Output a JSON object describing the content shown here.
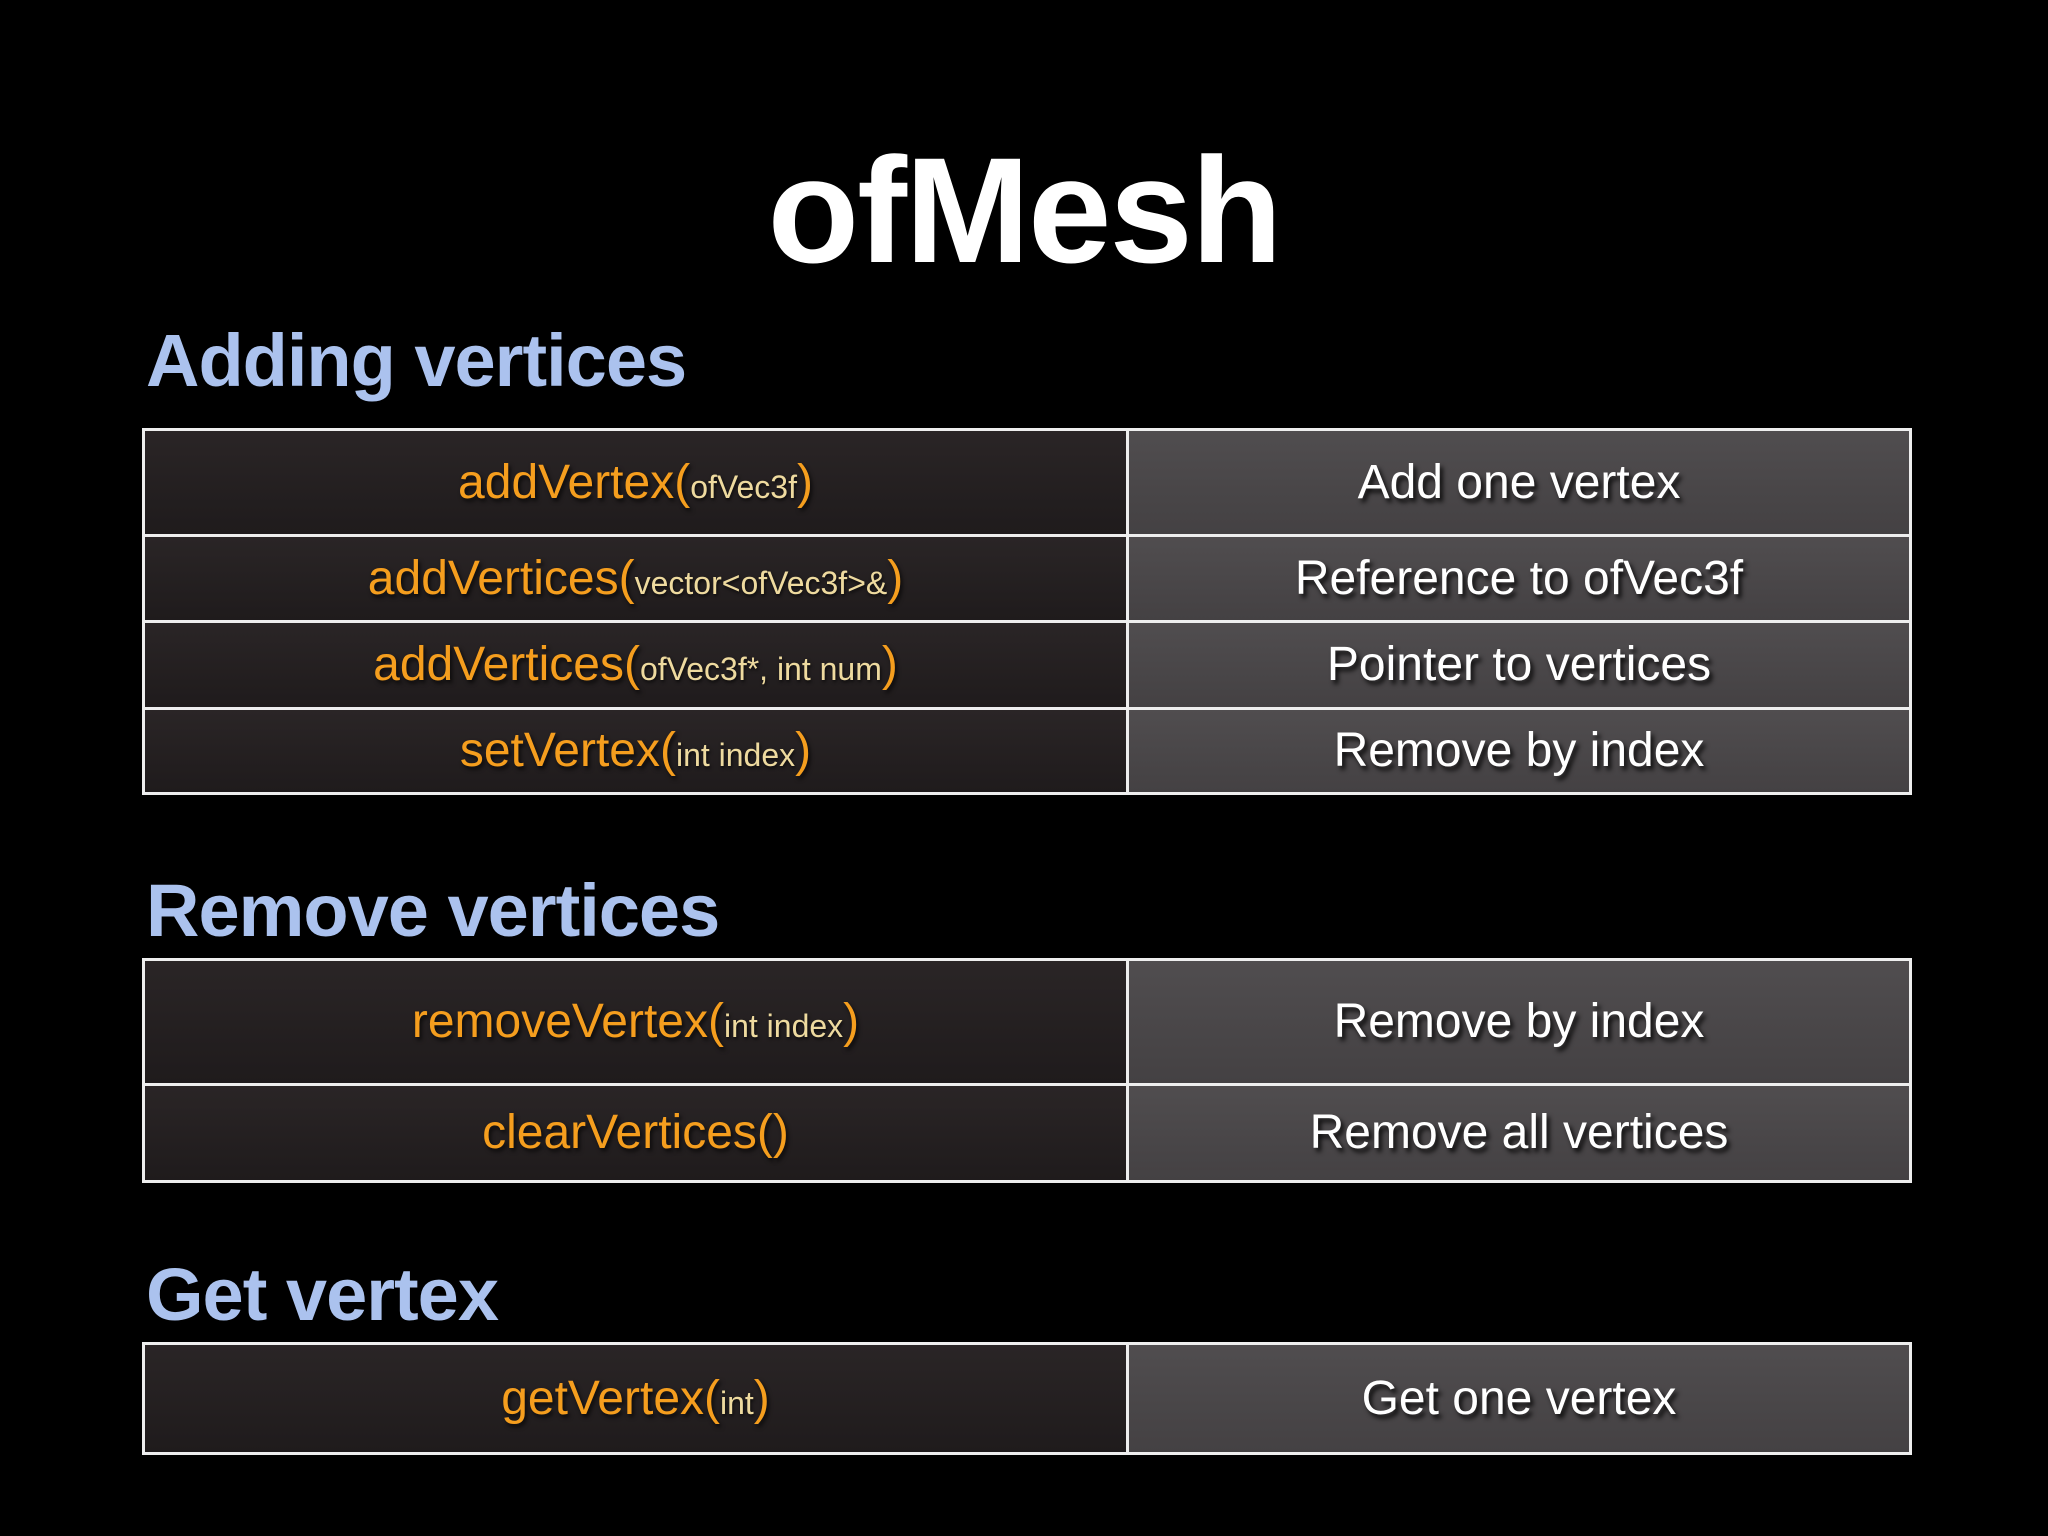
{
  "title": "ofMesh",
  "punct": {
    "open": "(",
    "close": ")"
  },
  "colors": {
    "background": "#000000",
    "heading_blue": "#abc2ee",
    "function_orange": "#f59e1e",
    "argument_cream": "#eeda9f",
    "left_cell_bg": "#242021",
    "right_cell_bg": "#4a474a",
    "table_border": "#eeeeee",
    "description_text": "#ffffff"
  },
  "sections": [
    {
      "heading": "Adding vertices",
      "rows": [
        {
          "fn": "addVertex",
          "args": "ofVec3f",
          "desc": "Add one vertex"
        },
        {
          "fn": "addVertices",
          "args": "vector<ofVec3f>&",
          "desc": "Reference to ofVec3f"
        },
        {
          "fn": "addVertices",
          "args": "ofVec3f*, int num",
          "desc": "Pointer to vertices"
        },
        {
          "fn": "setVertex",
          "args": "int index",
          "desc": "Remove by index"
        }
      ]
    },
    {
      "heading": "Remove vertices",
      "rows": [
        {
          "fn": "removeVertex",
          "args": "int index",
          "desc": "Remove by index"
        },
        {
          "fn": "clearVertices",
          "args": "",
          "desc": "Remove all vertices"
        }
      ]
    },
    {
      "heading": "Get vertex",
      "rows": [
        {
          "fn": "getVertex",
          "args": "int",
          "desc": "Get one vertex"
        }
      ]
    }
  ]
}
